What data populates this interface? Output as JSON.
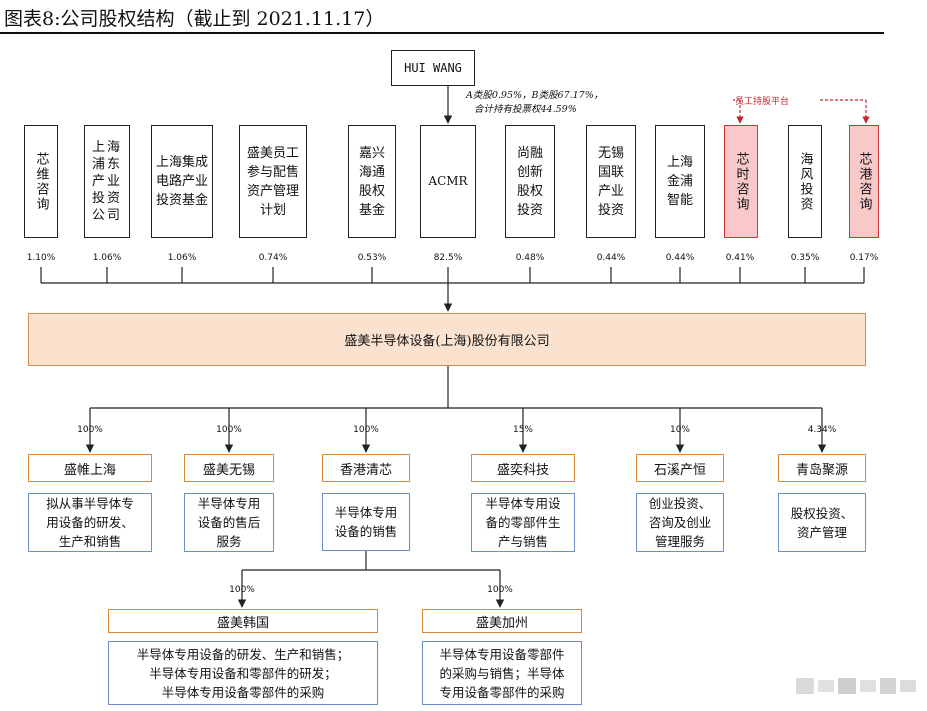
{
  "title": "图表8:公司股权结构（截止到 2021.11.17）",
  "root": {
    "name": "HUI WANG"
  },
  "root_note": [
    "A类股0.95%，B类股67.17%，",
    "合计持有投票权44.59%"
  ],
  "employee_platform": "员工持股平台",
  "shareholders": [
    {
      "name": "芯维咨询",
      "pct": "1.10%",
      "vertical": true,
      "highlight": false
    },
    {
      "name": "上海浦东产业投资公司",
      "pct": "1.06%",
      "vertical": true,
      "highlight": false
    },
    {
      "name": "上海集成电路产业投资基金",
      "pct": "1.06%",
      "vertical": false,
      "highlight": false
    },
    {
      "name": "盛美员工参与配售资产管理计划",
      "pct": "0.74%",
      "vertical": false,
      "highlight": false
    },
    {
      "name": "嘉兴海通股权基金",
      "pct": "0.53%",
      "vertical": true,
      "highlight": false
    },
    {
      "name": "ACMR",
      "pct": "82.5%",
      "vertical": false,
      "highlight": false
    },
    {
      "name": "尚融创新股权投资",
      "pct": "0.48%",
      "vertical": true,
      "highlight": false
    },
    {
      "name": "无锡国联产业投资",
      "pct": "0.44%",
      "vertical": true,
      "highlight": false
    },
    {
      "name": "上海金浦智能",
      "pct": "0.44%",
      "vertical": true,
      "highlight": false
    },
    {
      "name": "芯时咨询",
      "pct": "0.41%",
      "vertical": true,
      "highlight": true
    },
    {
      "name": "海风投资",
      "pct": "0.35%",
      "vertical": true,
      "highlight": false
    },
    {
      "name": "芯港咨询",
      "pct": "0.17%",
      "vertical": true,
      "highlight": true
    }
  ],
  "company": "盛美半导体设备(上海)股份有限公司",
  "subsidiaries": [
    {
      "pct": "100%",
      "name": "盛帷上海",
      "desc": [
        "拟从事半导体专",
        "用设备的研发、",
        "生产和销售"
      ]
    },
    {
      "pct": "100%",
      "name": "盛美无锡",
      "desc": [
        "半导体专用",
        "设备的售后",
        "服务"
      ]
    },
    {
      "pct": "100%",
      "name": "香港清芯",
      "desc": [
        "半导体专用",
        "设备的销售"
      ]
    },
    {
      "pct": "15%",
      "name": "盛奕科技",
      "desc": [
        "半导体专用设",
        "备的零部件生",
        "产与销售"
      ]
    },
    {
      "pct": "10%",
      "name": "石溪产恒",
      "desc": [
        "创业投资、",
        "咨询及创业",
        "管理服务"
      ]
    },
    {
      "pct": "4.34%",
      "name": "青岛聚源",
      "desc": [
        "股权投资、",
        "资产管理"
      ]
    }
  ],
  "hk_subsidiaries": [
    {
      "pct": "100%",
      "name": "盛美韩国",
      "desc": [
        "半导体专用设备的研发、生产和销售；",
        "半导体专用设备和零部件的研发；",
        "半导体专用设备零部件的采购"
      ]
    },
    {
      "pct": "100%",
      "name": "盛美加州",
      "desc": [
        "半导体专用设备零部件",
        "的采购与销售；半导体",
        "专用设备零部件的采购"
      ]
    }
  ],
  "colors": {
    "red_border": "#d13438",
    "red_fill": "#f9c9c9",
    "orange_border": "#d8893a",
    "company_fill": "#fbe2cf",
    "blue_border": "#6c8ec9"
  }
}
